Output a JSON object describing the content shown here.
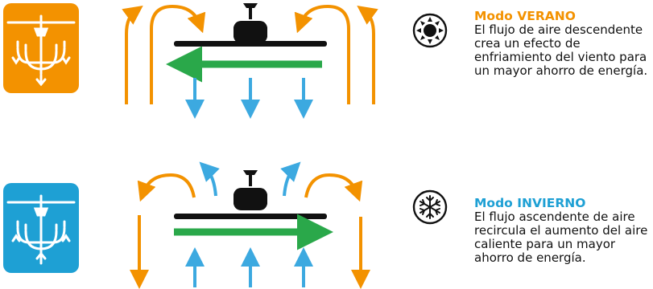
{
  "colors": {
    "summer": "#F39200",
    "winter": "#1EA0D4",
    "airflow_orange": "#F39200",
    "airflow_blue": "#3CA9E0",
    "blade_flow_green": "#2AA84A",
    "fan_black": "#111111"
  },
  "summer": {
    "mode_word": "Modo",
    "mode_name": "VERANO",
    "description": "El flujo de aire descendente crea un efecto de enfriamiento del viento para un mayor ahorro de energía.",
    "icon": "sun-icon",
    "badge_icon": "ceiling-fan-chandelier-icon"
  },
  "winter": {
    "mode_word": "Modo",
    "mode_name": "INVIERNO",
    "description": "El flujo ascendente de aire recircula el aumento del aire caliente para un mayor ahorro de energía.",
    "icon": "snowflake-icon",
    "badge_icon": "ceiling-fan-chandelier-icon"
  }
}
